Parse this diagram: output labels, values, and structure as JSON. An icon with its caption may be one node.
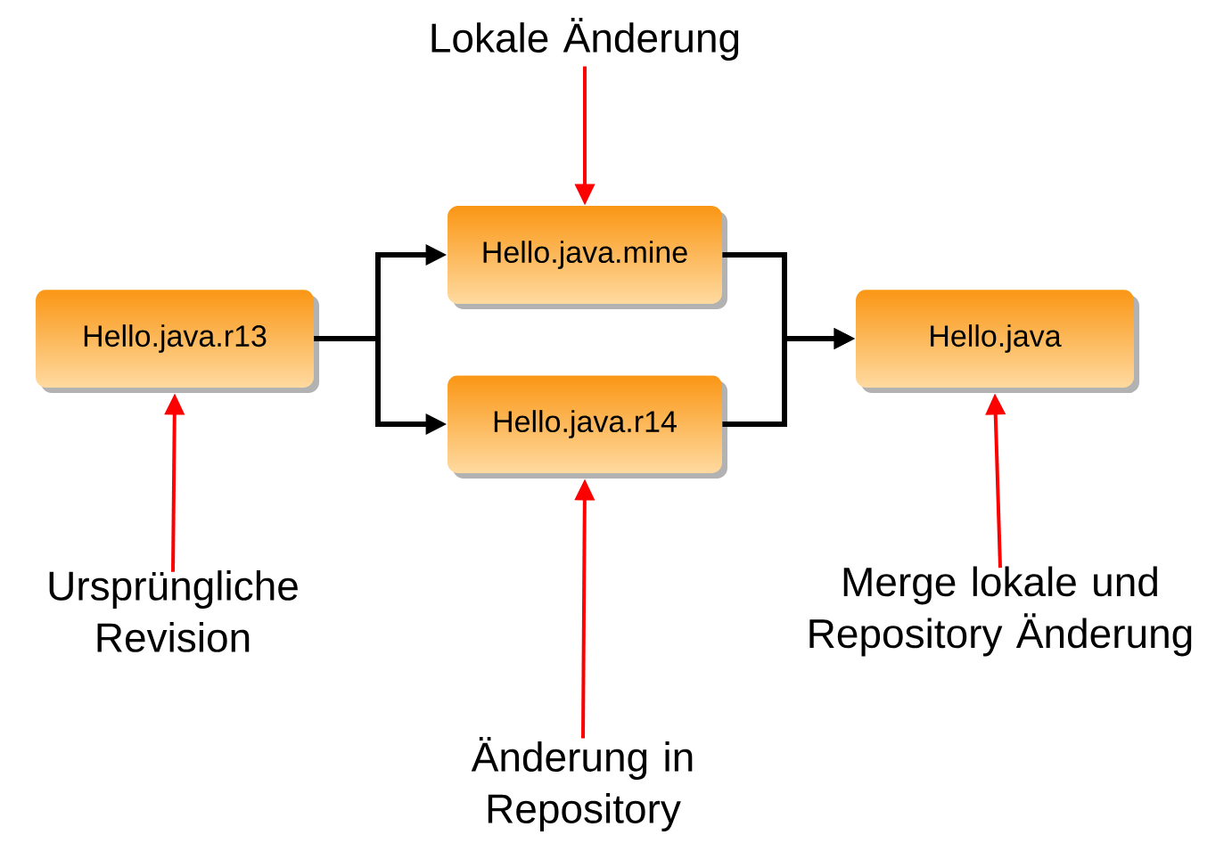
{
  "diagram": {
    "nodes": [
      {
        "text": [
          "Lokale Änderung"
        ]
      },
      {
        "text": [
          "Hello.java.r13"
        ]
      },
      {
        "text": [
          "Hello.java.mine"
        ]
      },
      {
        "text": [
          "Hello.java.r14"
        ]
      },
      {
        "text": [
          "Hello.java"
        ]
      },
      {
        "text": [
          "Ursprüngliche Revision"
        ]
      },
      {
        "text": [
          "Merge lokale und Repository Änderung"
        ]
      },
      {
        "text": [
          "Änderung in Repository"
        ]
      }
    ],
    "edges": [
      {
        "from": 1,
        "to": 2,
        "arrow": "to"
      },
      {
        "from": 1,
        "to": 3,
        "arrow": "to"
      },
      {
        "from": 2,
        "to": 4,
        "arrow": "to"
      },
      {
        "from": 3,
        "to": 4,
        "arrow": "to"
      },
      {
        "from": 0,
        "to": 2,
        "arrow": "to",
        "color": "#ff0000"
      },
      {
        "from": 5,
        "to": 1,
        "arrow": "to",
        "color": "#ff0000"
      },
      {
        "from": 7,
        "to": 3,
        "arrow": "to",
        "color": "#ff0000"
      },
      {
        "from": 6,
        "to": 4,
        "arrow": "to",
        "color": "#ff0000"
      }
    ]
  }
}
